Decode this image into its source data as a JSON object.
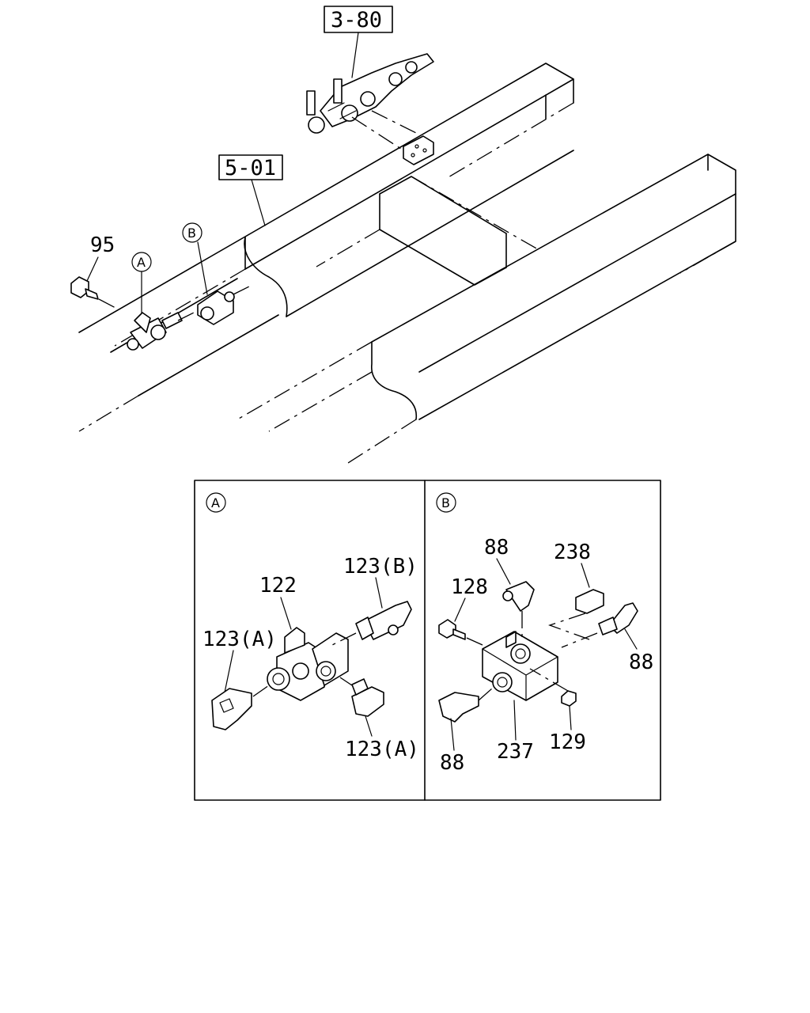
{
  "refs": {
    "ref_380": "3-80",
    "ref_501": "5-01"
  },
  "callouts": {
    "circle_a": "A",
    "circle_b": "B",
    "p95": "95"
  },
  "panel_a": {
    "marker": "A",
    "p122": "122",
    "p123b": "123(B)",
    "p123a_left": "123(A)",
    "p123a_right": "123(A)"
  },
  "panel_b": {
    "marker": "B",
    "p88_top": "88",
    "p238": "238",
    "p128": "128",
    "p88_right": "88",
    "p129": "129",
    "p237": "237",
    "p88_bottom": "88"
  }
}
